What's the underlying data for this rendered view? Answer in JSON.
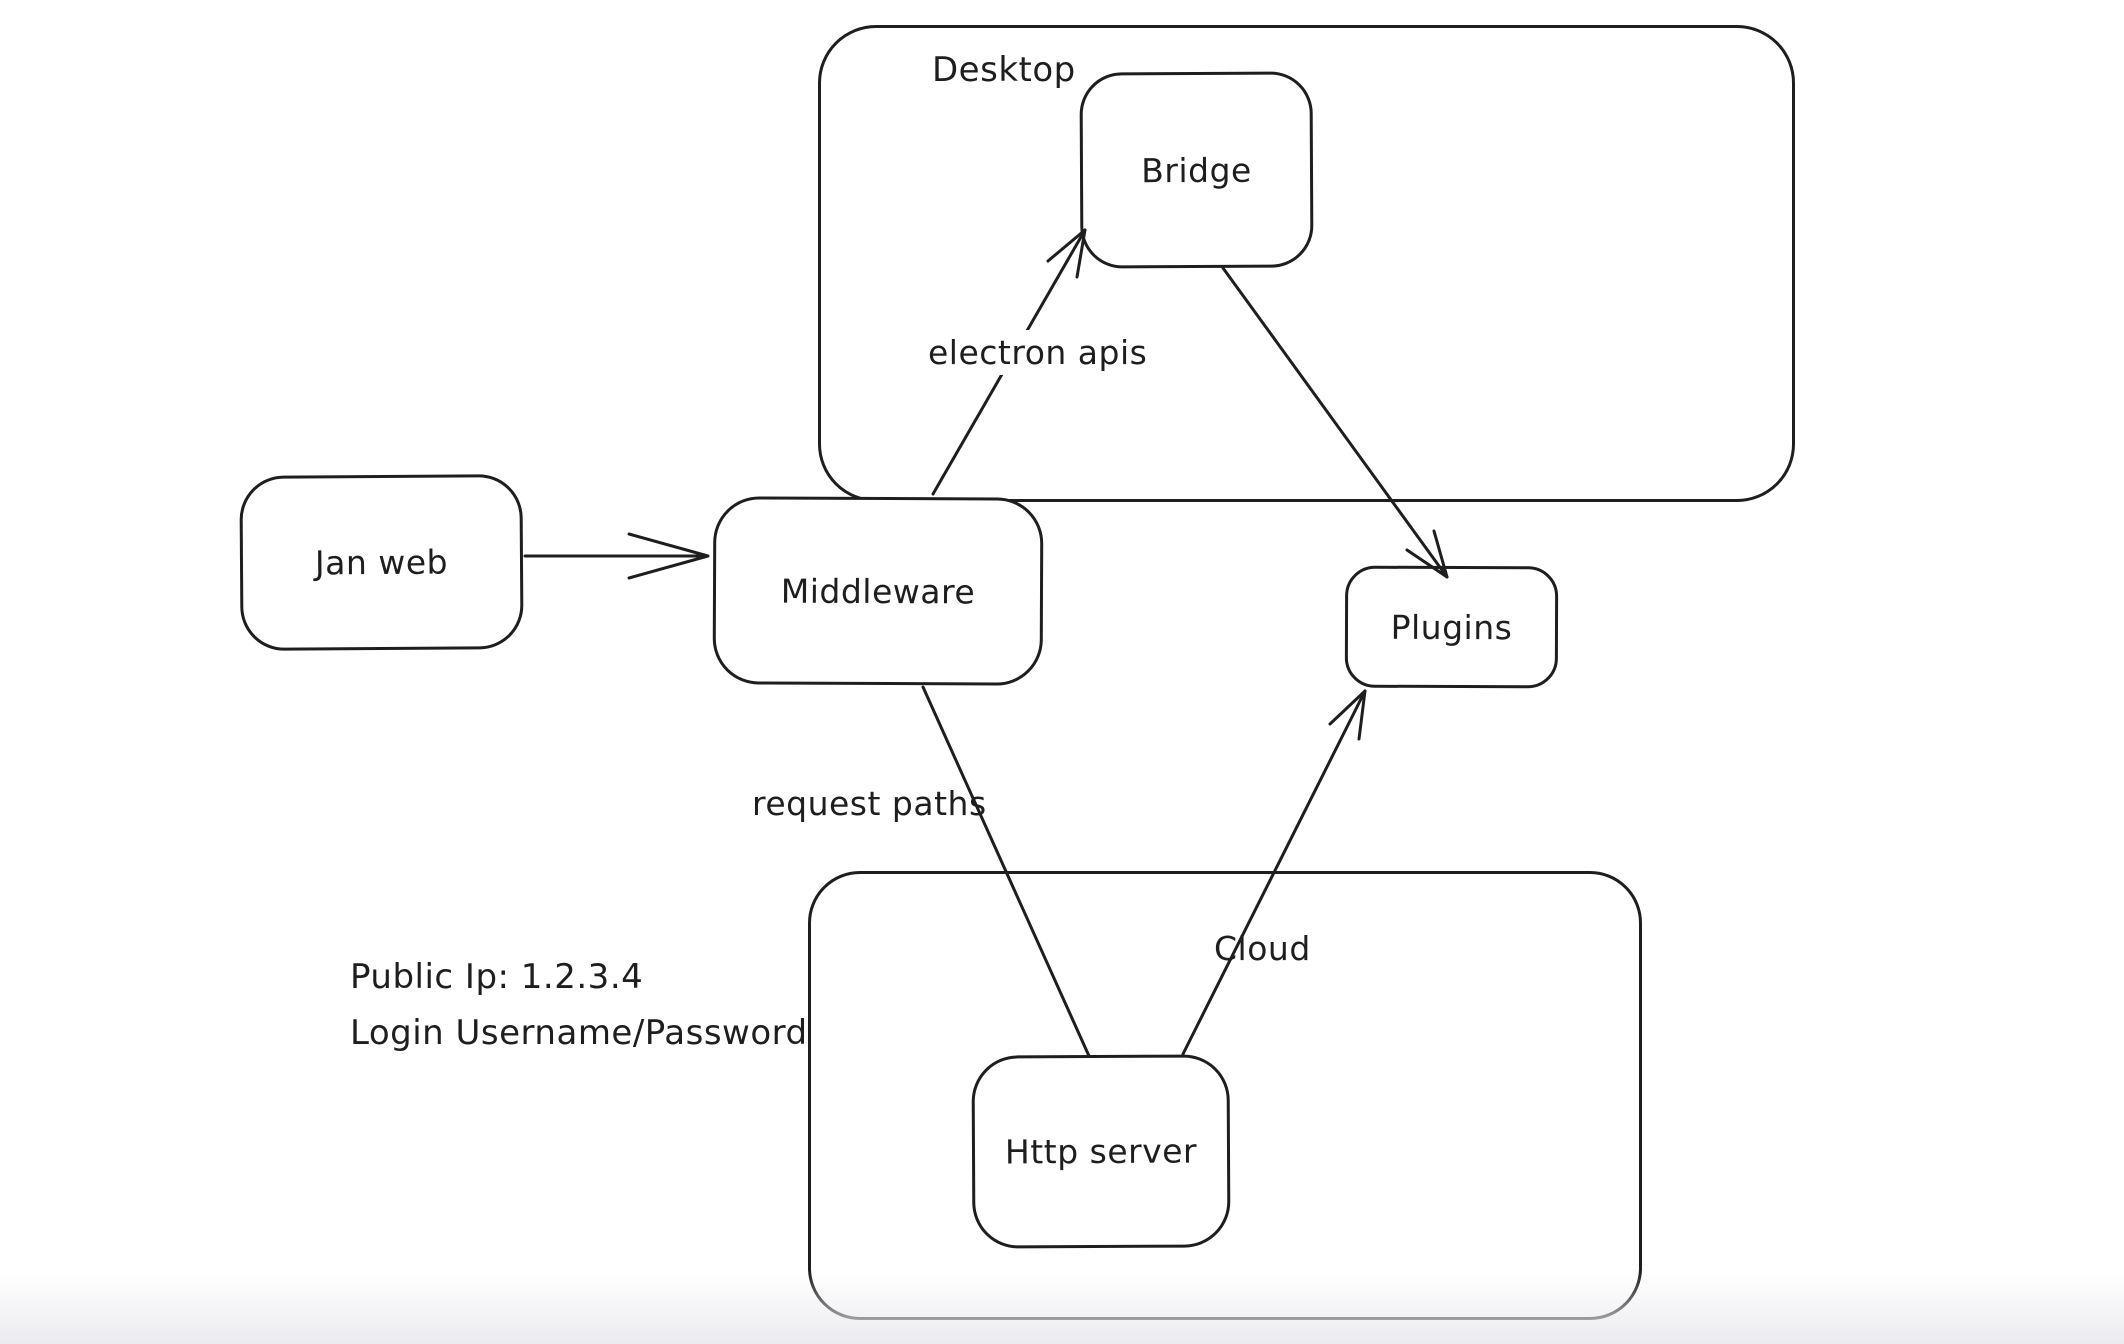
{
  "diagram": {
    "containers": [
      {
        "id": "desktop",
        "label": "Desktop"
      },
      {
        "id": "cloud",
        "label": "Cloud"
      }
    ],
    "nodes": [
      {
        "id": "jan-web",
        "label": "Jan web"
      },
      {
        "id": "middleware",
        "label": "Middleware"
      },
      {
        "id": "bridge",
        "label": "Bridge"
      },
      {
        "id": "plugins",
        "label": "Plugins"
      },
      {
        "id": "http-server",
        "label": "Http server"
      }
    ],
    "edges": [
      {
        "from": "jan-web",
        "to": "middleware",
        "label": "",
        "arrowhead": "end"
      },
      {
        "from": "middleware",
        "to": "bridge",
        "label": "electron apis",
        "arrowhead": "end"
      },
      {
        "from": "bridge",
        "to": "plugins",
        "label": "",
        "arrowhead": "end"
      },
      {
        "from": "middleware",
        "to": "http-server",
        "label": "request paths",
        "arrowhead": "none"
      },
      {
        "from": "http-server",
        "to": "plugins",
        "label": "",
        "arrowhead": "end"
      }
    ],
    "notes": [
      "Public Ip: 1.2.3.4",
      "Login Username/Password"
    ],
    "colors": {
      "stroke": "#1e1e1e",
      "background": "#ffffff"
    }
  }
}
